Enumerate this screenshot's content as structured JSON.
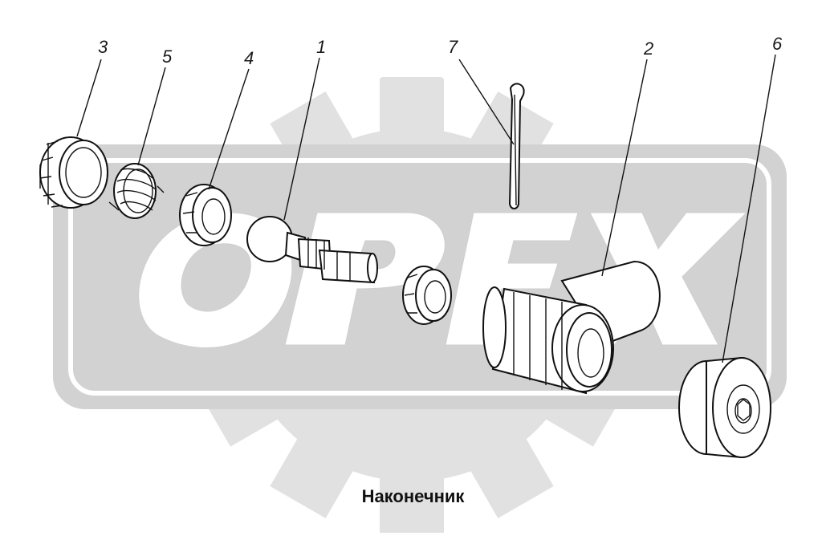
{
  "diagram": {
    "caption": "Наконечник",
    "watermark": {
      "text": "OPEX",
      "gear_color": "#e1e1e1",
      "band_color": "#d2d2d2",
      "letter_color": "#ffffff"
    },
    "callouts": [
      {
        "id": "3",
        "label": "3"
      },
      {
        "id": "5",
        "label": "5"
      },
      {
        "id": "4",
        "label": "4"
      },
      {
        "id": "1",
        "label": "1"
      },
      {
        "id": "7",
        "label": "7"
      },
      {
        "id": "2",
        "label": "2"
      },
      {
        "id": "6",
        "label": "6"
      }
    ]
  }
}
